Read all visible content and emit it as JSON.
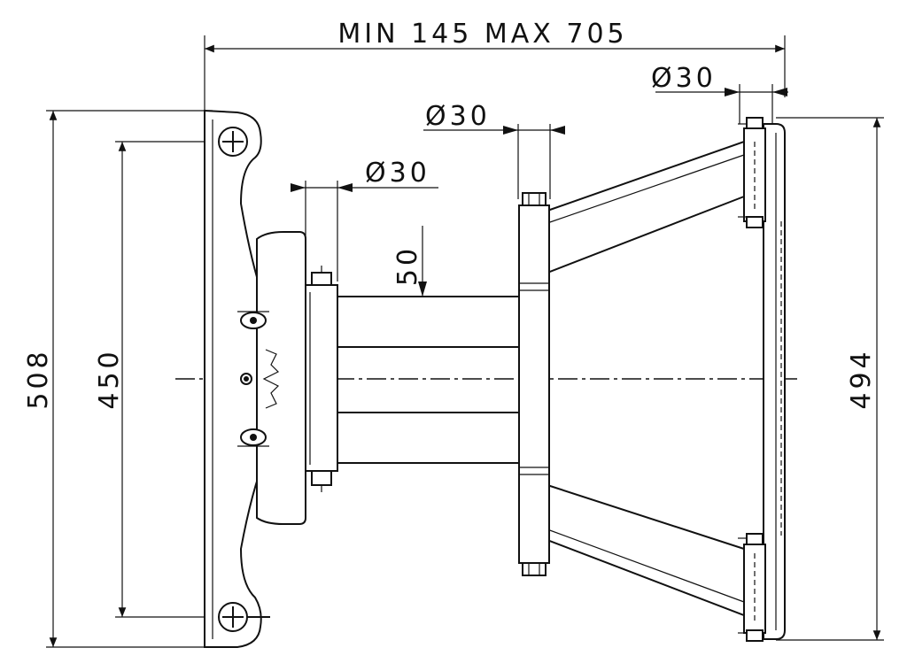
{
  "drawing": {
    "overall_width_label": "MIN 145 MAX 705",
    "diameter_top_right": "Ø30",
    "diameter_middle": "Ø30",
    "diameter_left": "Ø30",
    "arm_spacing": "50",
    "height_plate": "508",
    "hole_spacing": "450",
    "height_wall_plate": "494"
  }
}
